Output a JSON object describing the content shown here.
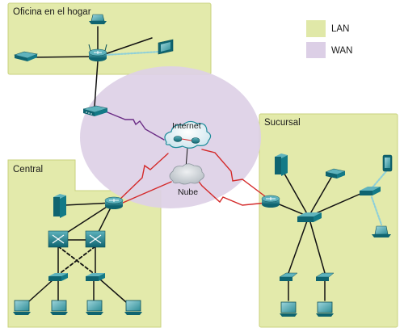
{
  "regions": {
    "home_office": "Oficina en el hogar",
    "central": "Central",
    "branch": "Sucursal"
  },
  "clouds": {
    "internet": "Internet",
    "cloud": "Nube"
  },
  "legend": {
    "lan": {
      "label": "LAN",
      "color": "#e0e8a8"
    },
    "wan": {
      "label": "WAN",
      "color": "#dccfe6"
    }
  },
  "colors": {
    "lan_fill": "#e3eaab",
    "lan_stroke": "#c9d27e",
    "wan_fill": "#ddd0e6",
    "device_teal": "#137a87",
    "wan_link_red": "#d42a2a",
    "wan_link_purple": "#6b2d86"
  }
}
